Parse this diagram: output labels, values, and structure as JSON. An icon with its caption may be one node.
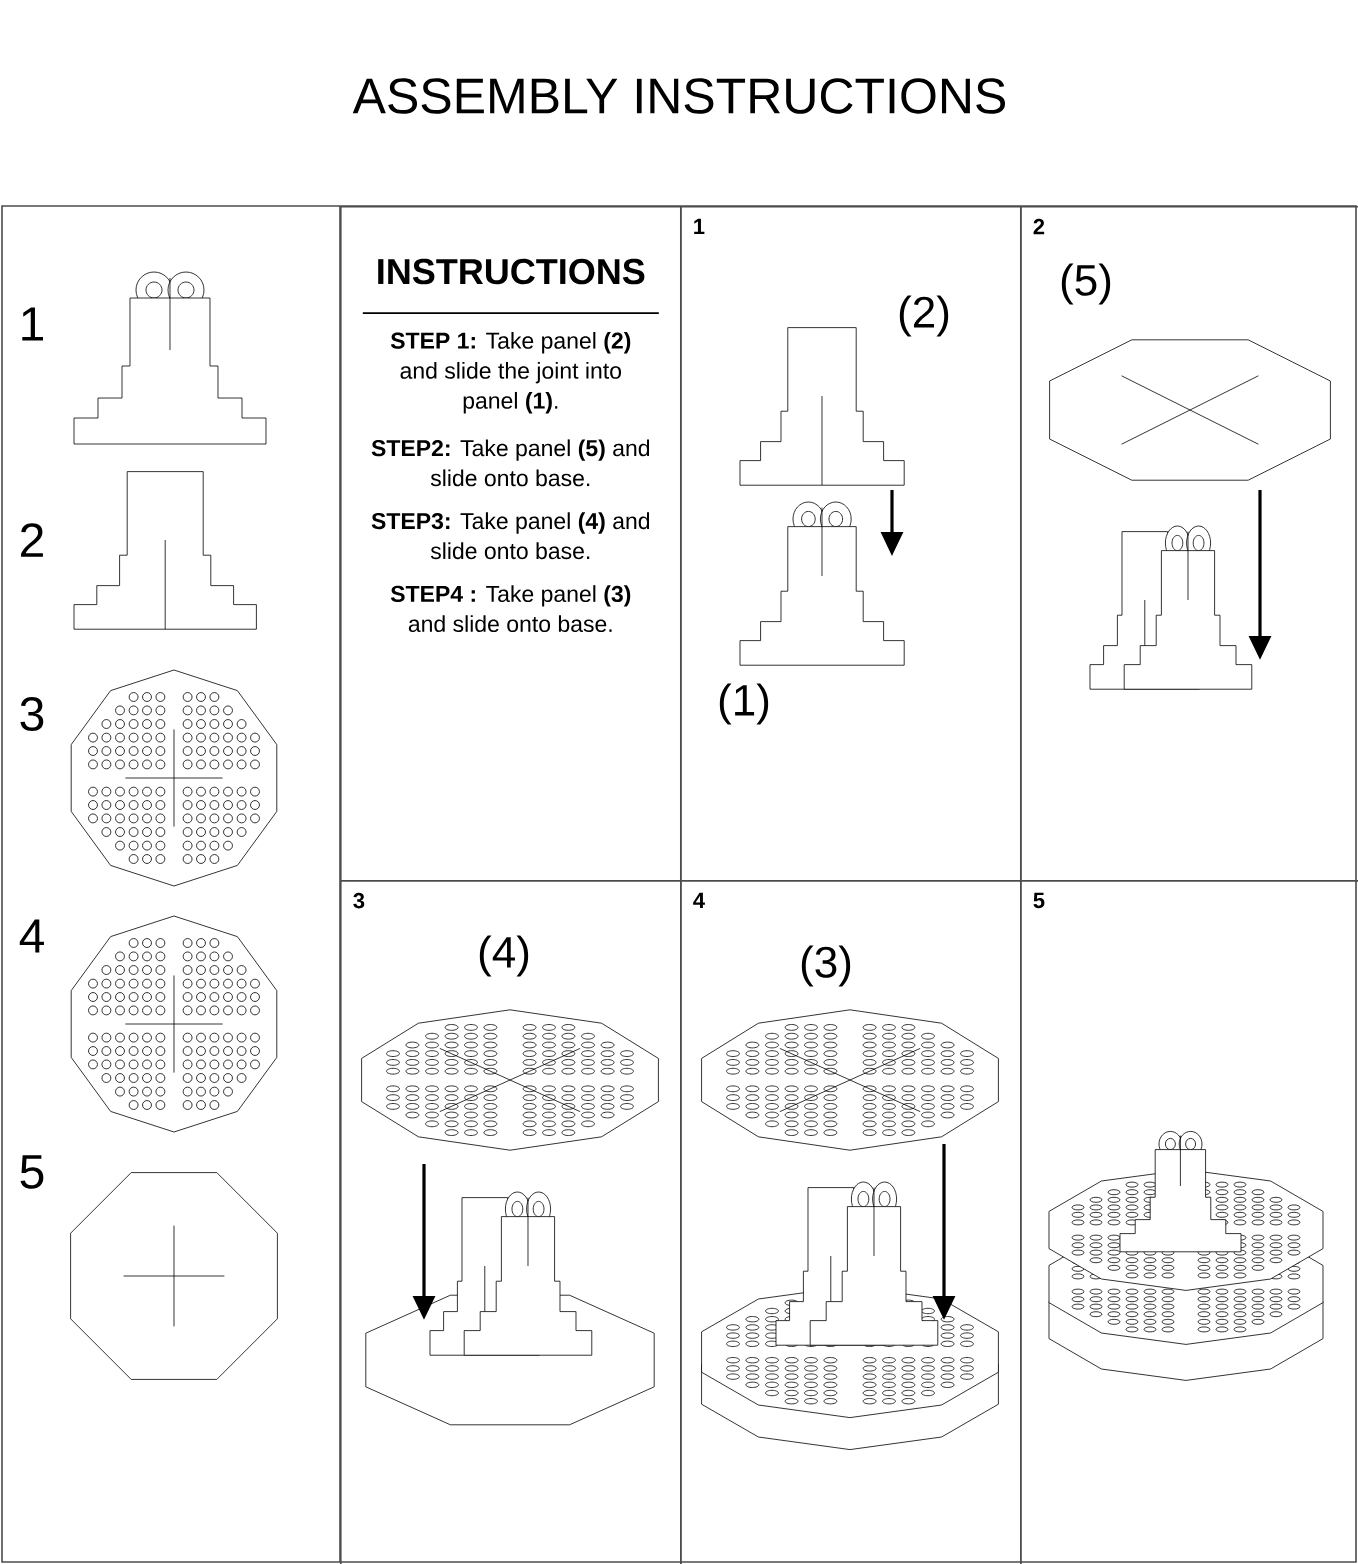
{
  "diagram": {
    "title": "ASSEMBLY INSTRUCTIONS",
    "nodes": [
      {
        "text": [
          "INSTRUCTIONS",
          "**STEP 1:** Take panel **(2)** and slide the joint into panel **(1)**.",
          "**STEP2:** Take panel **(5)** and slide onto base.",
          "**STEP3:** Take panel **(4)** and slide onto base.",
          "**STEP4 :** Take panel **(3)** and slide onto base."
        ]
      },
      {
        "text": [
          "1"
        ]
      },
      {
        "text": [
          "2"
        ]
      },
      {
        "text": [
          "3"
        ]
      },
      {
        "text": [
          "4"
        ]
      },
      {
        "text": [
          "5"
        ]
      }
    ],
    "labels": [
      "1",
      "2",
      "3",
      "4",
      "5",
      "(2)",
      "(1)",
      "(5)",
      "(4)",
      "(3)"
    ]
  }
}
